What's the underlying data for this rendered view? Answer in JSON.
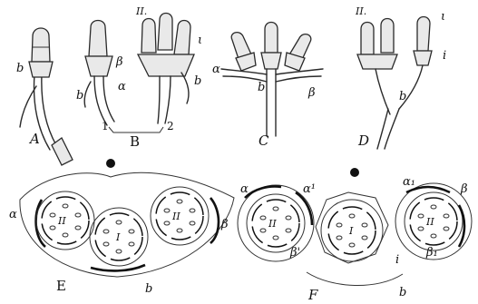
{
  "figures": {
    "A": {
      "letter": "A",
      "labels": {
        "b": "b"
      }
    },
    "B": {
      "letter": "B",
      "labels": {
        "left_b": "b",
        "beta": "β",
        "alpha": "α",
        "right_b": "b",
        "roman_II": "II.",
        "iota": "ι",
        "one": "1",
        "two": "2"
      }
    },
    "C": {
      "letter": "C",
      "labels": {
        "alpha": "α",
        "b": "b",
        "beta": "β"
      }
    },
    "D": {
      "letter": "D",
      "labels": {
        "roman_II": "II.",
        "iota": "ι",
        "i": "i",
        "b": "b"
      }
    },
    "E": {
      "letter": "E",
      "labels": {
        "alpha": "α",
        "beta": "β",
        "b": "b",
        "left_II": "II",
        "center_I": "I",
        "right_II": "II"
      }
    },
    "F": {
      "letter": "F",
      "labels": {
        "alpha": "α",
        "alpha_prime": "α¹",
        "beta_prime": "β'",
        "alpha_1": "α₁",
        "beta": "β",
        "beta_1": "β₁",
        "i": "i",
        "b": "b",
        "left_II": "II",
        "center_I": "I",
        "right_II": "II"
      }
    }
  }
}
